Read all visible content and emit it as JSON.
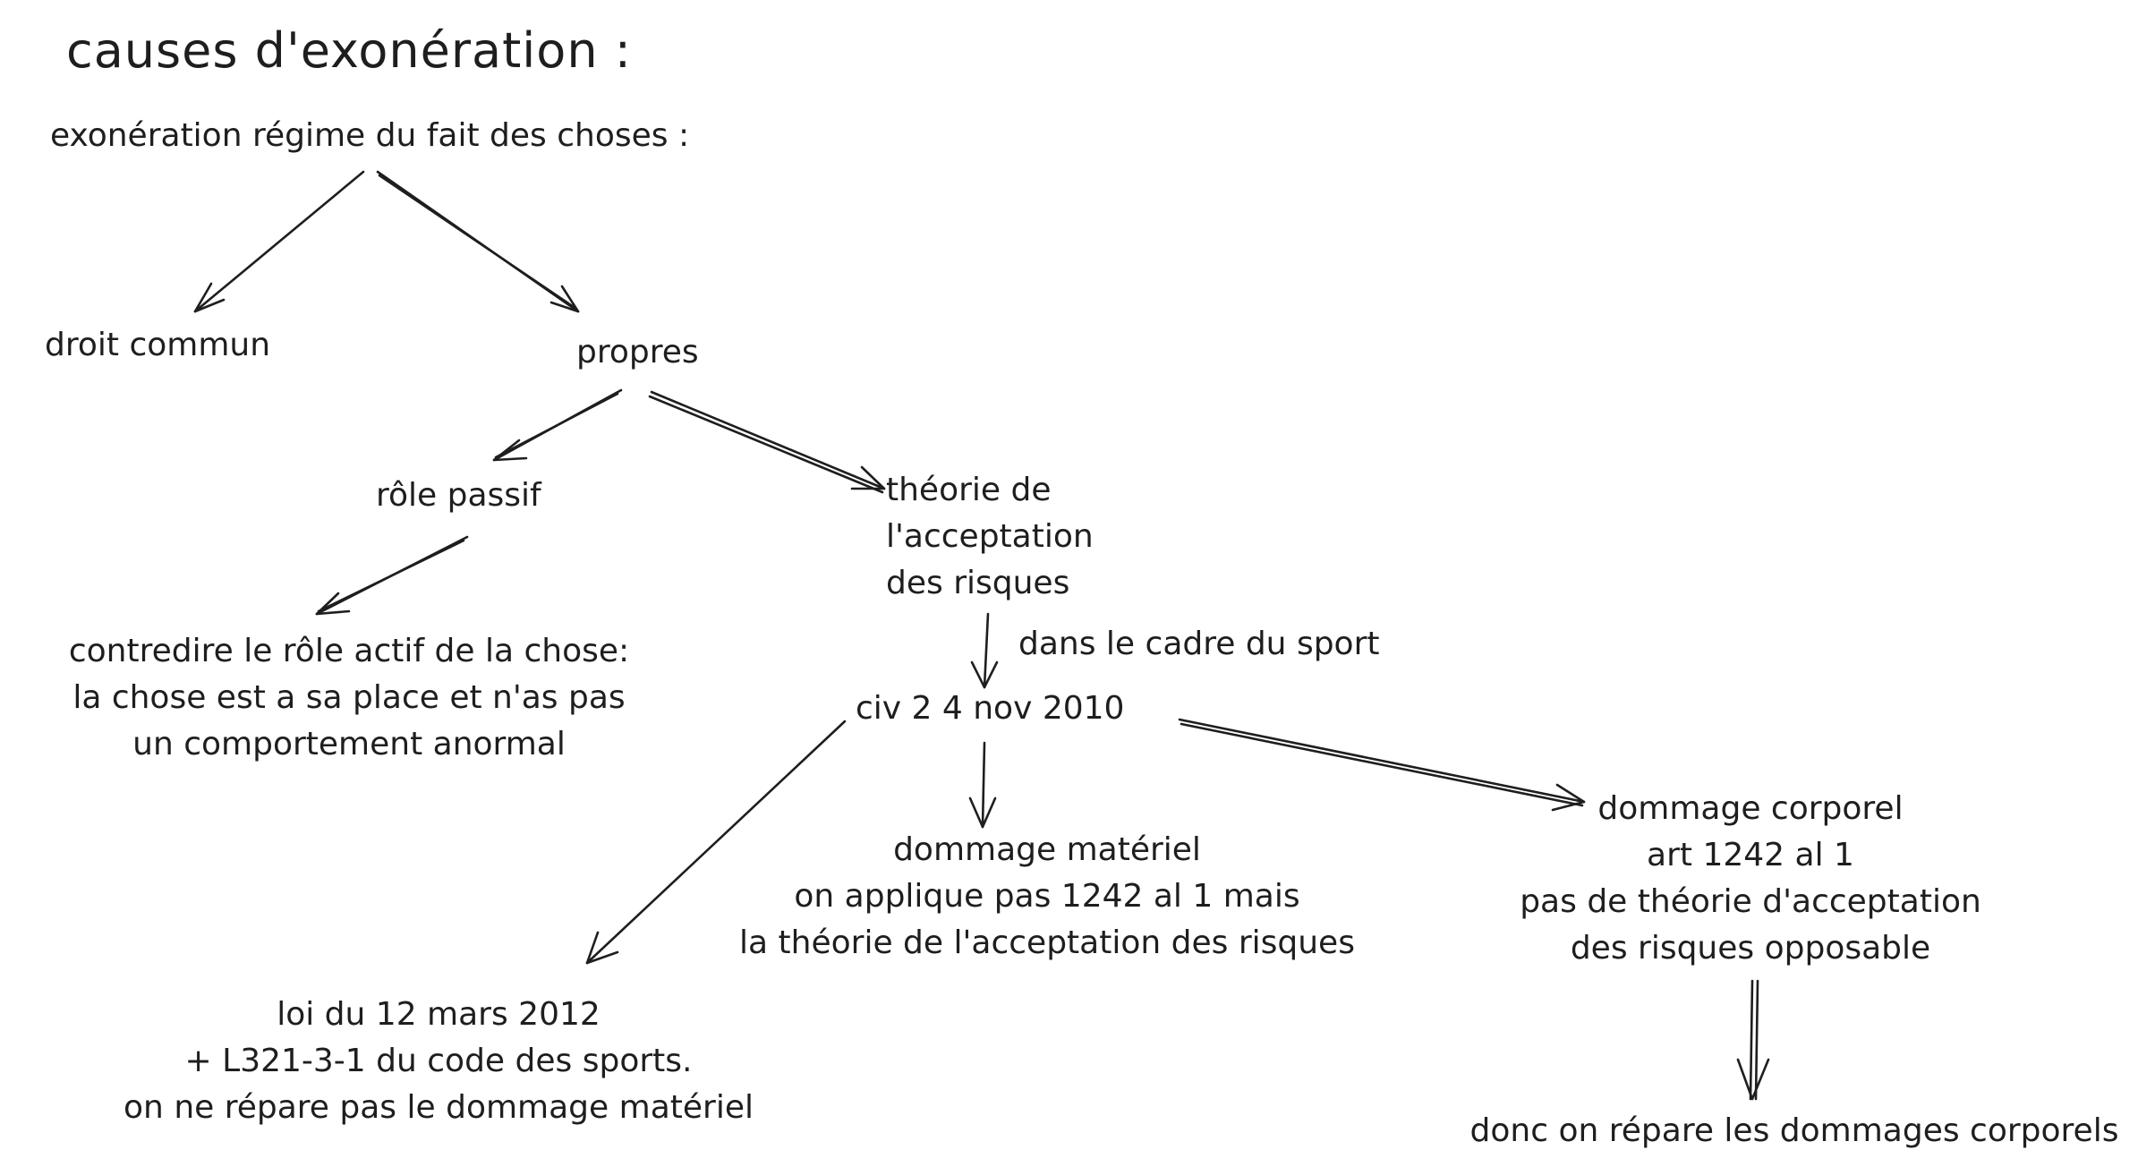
{
  "title": "causes d'exonération :",
  "root": "exonération régime du fait des choses :",
  "droit_commun": "droit commun",
  "propres": "propres",
  "role_passif": "rôle passif",
  "contredire": [
    "contredire le rôle actif de la chose:",
    "la chose est a sa place et n'as pas",
    "un comportement anormal"
  ],
  "theorie": [
    "théorie de",
    "l'acceptation",
    "des risques"
  ],
  "cadre_sport": "dans le cadre du sport",
  "civ": "civ 2 4 nov 2010",
  "dommage_materiel": [
    "dommage matériel",
    "on applique pas 1242 al 1 mais",
    "la théorie de l'acceptation des risques"
  ],
  "dommage_corporel": [
    "dommage corporel",
    "art 1242 al 1",
    "pas de théorie d'acceptation",
    "des risques opposable"
  ],
  "loi": [
    "loi du 12 mars 2012",
    "+ L321-3-1 du code des sports.",
    "on ne répare pas le dommage matériel"
  ],
  "donc": "donc on répare les dommages corporels",
  "colors": {
    "ink": "#1e1e1e",
    "background": "#ffffff"
  }
}
